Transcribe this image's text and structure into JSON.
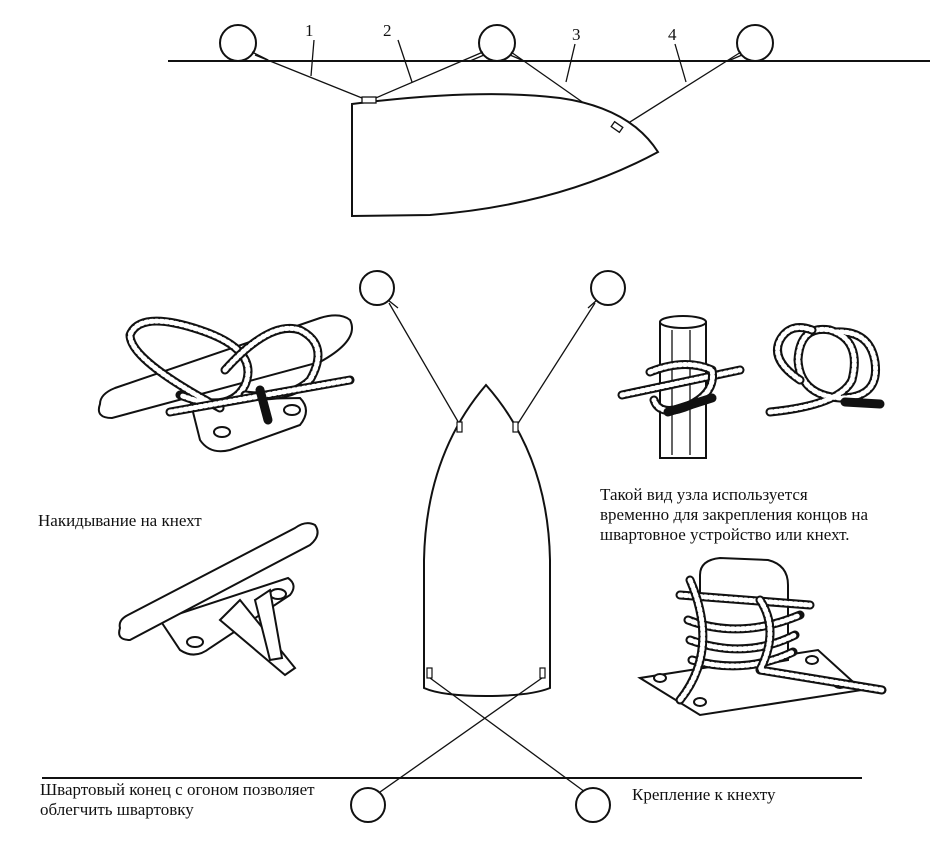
{
  "callouts": [
    "1",
    "2",
    "3",
    "4"
  ],
  "captions": {
    "knot_note": [
      "Такой вид узла используется",
      "временно для закрепления концов на",
      "швартовное устройство или кнехт."
    ],
    "throw_on_cleat": "Накидывание на кнехт",
    "eye_splice": [
      "Швартовый конец с огоном позволяет",
      "облегчить швартовку"
    ],
    "cleat_fastening": "Крепление к кнехту"
  }
}
